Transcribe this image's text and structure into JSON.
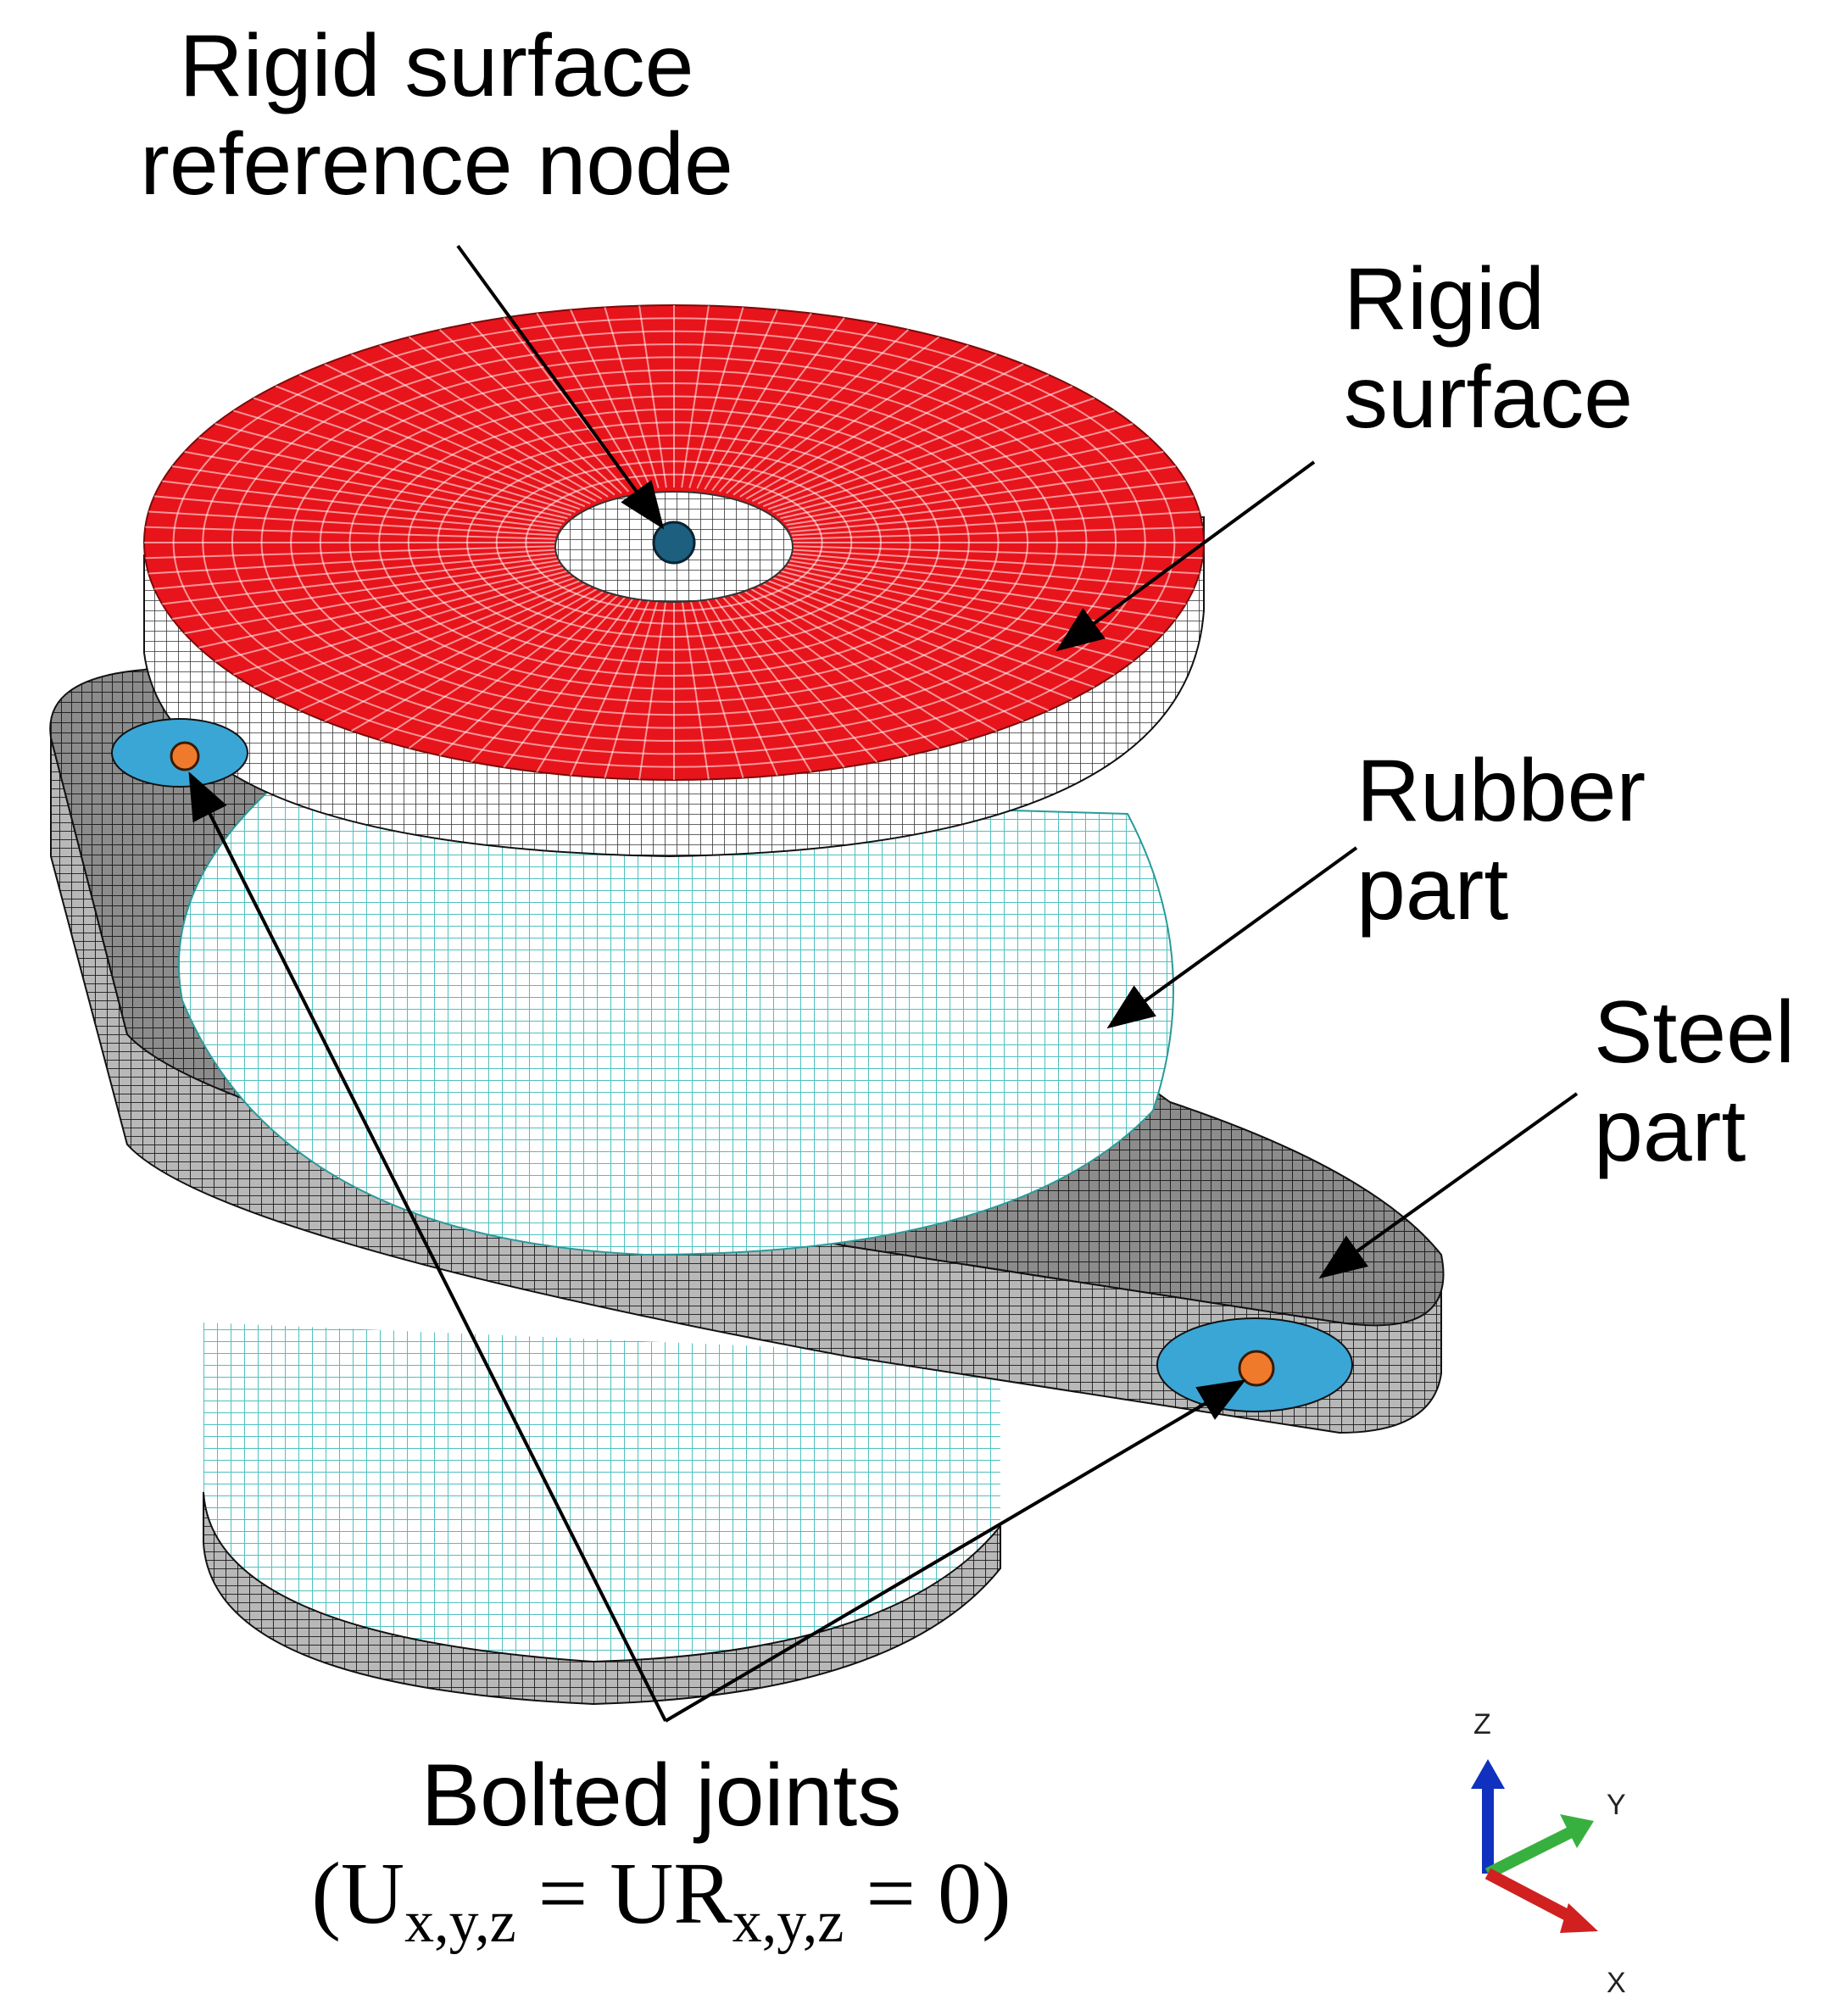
{
  "labels": {
    "ref_node": {
      "line1": "Rigid surface",
      "line2": "reference node"
    },
    "rigid_surface": {
      "line1": "Rigid",
      "line2": "surface"
    },
    "rubber_part": {
      "line1": "Rubber",
      "line2": "part"
    },
    "steel_part": {
      "line1": "Steel",
      "line2": "part"
    },
    "bolted_joints": {
      "line1": "Bolted joints",
      "line2": "(U",
      "sub1": "x,y,z",
      "mid": " = UR",
      "sub2": "x,y,z",
      "end": " = 0)"
    }
  },
  "axes": {
    "z": "Z",
    "y": "Y",
    "x": "X"
  },
  "colors": {
    "rigid": "#e8141b",
    "rubber": "#6fd3d3",
    "steel": "#4a4a4a",
    "bolt_pad": "#3aa6d6",
    "bolt_dot": "#f07a2b",
    "ref_dot": "#1c5f7e"
  }
}
